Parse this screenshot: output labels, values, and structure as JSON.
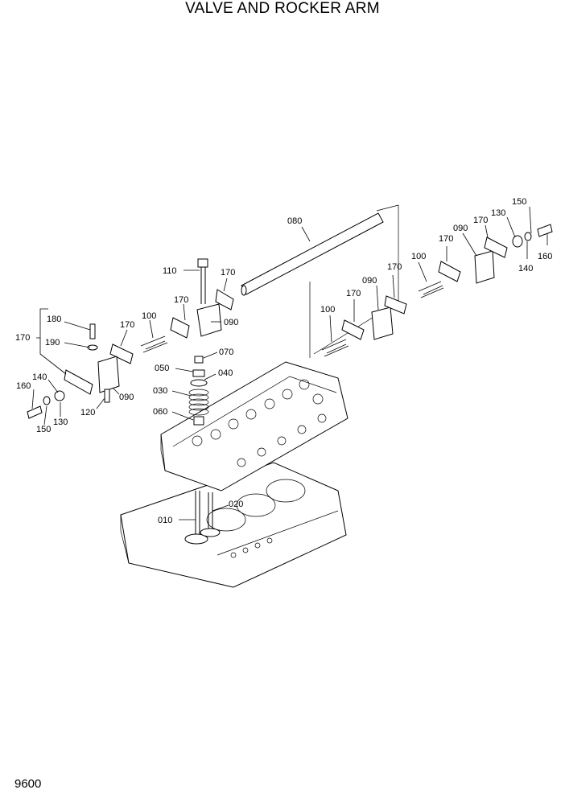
{
  "title": "VALVE AND ROCKER ARM",
  "page_number": "9600",
  "callouts": [
    {
      "id": "c-080",
      "text": "080"
    },
    {
      "id": "c-150-right",
      "text": "150"
    },
    {
      "id": "c-130-right",
      "text": "130"
    },
    {
      "id": "c-170-r1",
      "text": "170"
    },
    {
      "id": "c-090-r1",
      "text": "090"
    },
    {
      "id": "c-170-r2",
      "text": "170"
    },
    {
      "id": "c-160-right",
      "text": "160"
    },
    {
      "id": "c-140-right",
      "text": "140"
    },
    {
      "id": "c-100-r1",
      "text": "100"
    },
    {
      "id": "c-170-r3",
      "text": "170"
    },
    {
      "id": "c-090-r2",
      "text": "090"
    },
    {
      "id": "c-170-r4",
      "text": "170"
    },
    {
      "id": "c-100-r2",
      "text": "100"
    },
    {
      "id": "c-110",
      "text": "110"
    },
    {
      "id": "c-170-c1",
      "text": "170"
    },
    {
      "id": "c-170-c2",
      "text": "170"
    },
    {
      "id": "c-090-c1",
      "text": "090"
    },
    {
      "id": "c-100-c1",
      "text": "100"
    },
    {
      "id": "c-170-c3",
      "text": "170"
    },
    {
      "id": "c-180",
      "text": "180"
    },
    {
      "id": "c-170-left",
      "text": "170"
    },
    {
      "id": "c-190",
      "text": "190"
    },
    {
      "id": "c-070",
      "text": "070"
    },
    {
      "id": "c-050",
      "text": "050"
    },
    {
      "id": "c-040",
      "text": "040"
    },
    {
      "id": "c-030",
      "text": "030"
    },
    {
      "id": "c-060",
      "text": "060"
    },
    {
      "id": "c-140-left",
      "text": "140"
    },
    {
      "id": "c-160-left",
      "text": "160"
    },
    {
      "id": "c-130-left",
      "text": "130"
    },
    {
      "id": "c-090-left",
      "text": "090"
    },
    {
      "id": "c-120",
      "text": "120"
    },
    {
      "id": "c-150-left",
      "text": "150"
    },
    {
      "id": "c-010",
      "text": "010"
    },
    {
      "id": "c-020",
      "text": "020"
    }
  ]
}
